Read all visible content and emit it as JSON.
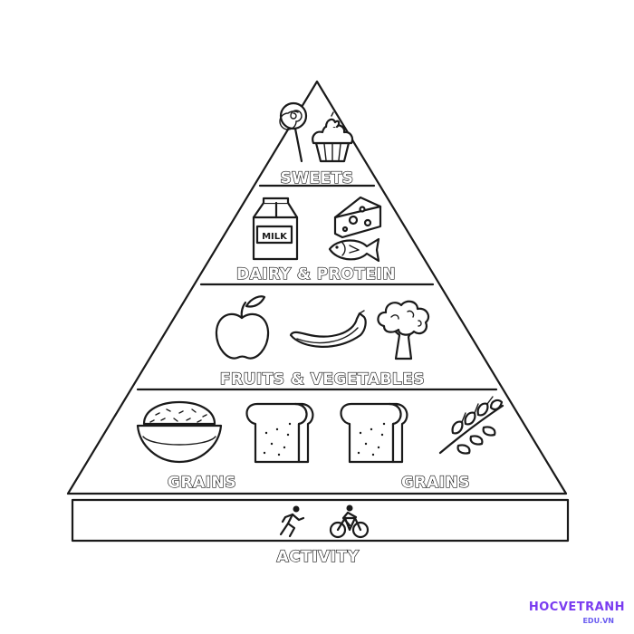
{
  "pyramid": {
    "tiers": [
      {
        "label": "SWEETS",
        "icons": [
          "lollipop-icon",
          "cupcake-icon"
        ]
      },
      {
        "label": "DAIRY & PROTEIN",
        "icons": [
          "milk-carton-icon",
          "cheese-icon",
          "fish-icon"
        ]
      },
      {
        "label": "FRUITS & VEGETABLES",
        "icons": [
          "apple-icon",
          "banana-icon",
          "broccoli-icon"
        ]
      },
      {
        "left_label": "GRAINS",
        "right_label": "GRAINS",
        "icons": [
          "rice-bowl-icon",
          "bread-slice-icon",
          "bread-slice-icon",
          "wheat-icon"
        ]
      }
    ],
    "milk_label": "MILK"
  },
  "activity": {
    "label": "ACTIVITY",
    "icons": [
      "runner-icon",
      "cyclist-icon"
    ]
  },
  "watermark": {
    "main": "HOCVETRANH",
    "sub": "EDU.VN"
  },
  "colors": {
    "line": "#1a1a1a",
    "background": "#ffffff",
    "watermark": "#7a3cf0"
  }
}
